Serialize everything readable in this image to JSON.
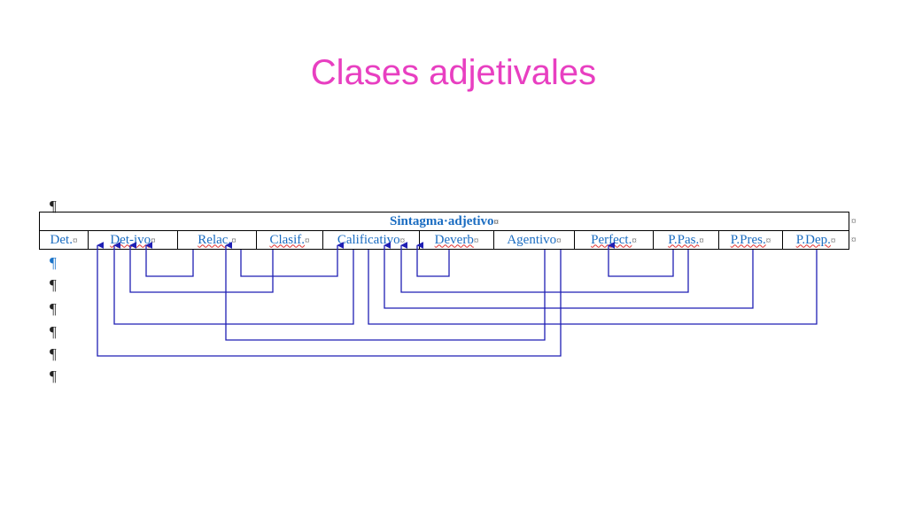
{
  "title": "Clases adjetivales",
  "table": {
    "header": "Sintagma·adjetivo",
    "cell_mark": "¤",
    "columns": [
      {
        "label": "Det.",
        "underline": false
      },
      {
        "label": "Det-ivo",
        "underline": true
      },
      {
        "label": "Relac.",
        "underline": true
      },
      {
        "label": "Clasif.",
        "underline": true
      },
      {
        "label": "Calificativo",
        "underline": false
      },
      {
        "label": "Deverb",
        "underline": true
      },
      {
        "label": "Agentivo",
        "underline": false
      },
      {
        "label": "Perfect.",
        "underline": true
      },
      {
        "label": "P.Pas.",
        "underline": true
      },
      {
        "label": "P.Pres.",
        "underline": true
      },
      {
        "label": "P.Dep.",
        "underline": true
      }
    ]
  },
  "pilcrow": "¶",
  "colors": {
    "title": "#e83fc1",
    "header": "#c00000",
    "labels": "#1a6cc1",
    "connectors": "#1f1fb4"
  }
}
